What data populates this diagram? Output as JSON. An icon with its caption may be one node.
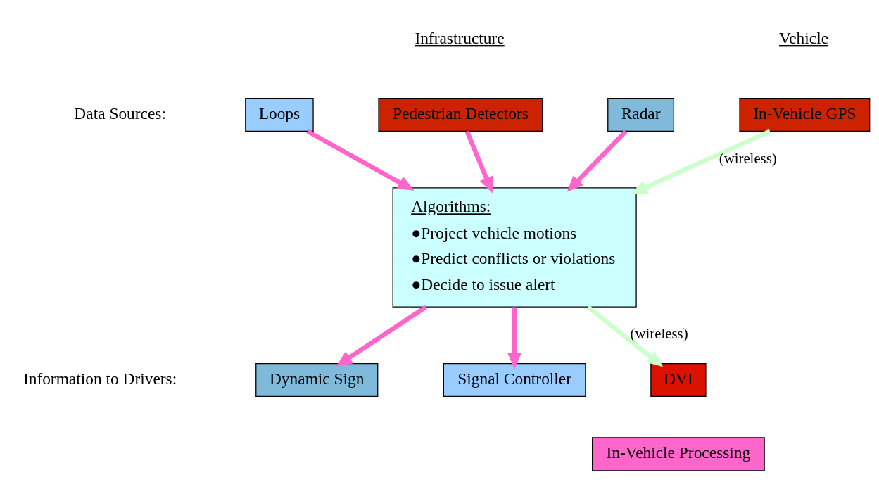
{
  "diagram": {
    "nodes": [
      {
        "text": [
          "Loops"
        ]
      },
      {
        "text": [
          "Pedestrian Detectors"
        ]
      },
      {
        "text": [
          "Radar"
        ]
      },
      {
        "text": [
          "In-Vehicle GPS"
        ]
      },
      {
        "text": [
          "Algorithms:",
          "●Project vehicle motions",
          "●Predict conflicts or violations",
          "●Decide to issue alert"
        ]
      },
      {
        "text": [
          "Dynamic Sign"
        ]
      },
      {
        "text": [
          "Signal Controller"
        ]
      },
      {
        "text": [
          "DVI"
        ]
      },
      {
        "text": [
          "In-Vehicle Processing"
        ]
      }
    ],
    "edges": [
      {
        "from": 0,
        "to": 4,
        "arrow": "to"
      },
      {
        "from": 1,
        "to": 4,
        "arrow": "to"
      },
      {
        "from": 2,
        "to": 4,
        "arrow": "to"
      },
      {
        "from": 3,
        "to": 4,
        "arrow": "to",
        "label": "(wireless)",
        "color": "#ccffcc"
      },
      {
        "from": 4,
        "to": 5,
        "arrow": "to"
      },
      {
        "from": 4,
        "to": 6,
        "arrow": "to"
      },
      {
        "from": 4,
        "to": 7,
        "arrow": "to",
        "label": "(wireless)",
        "color": "#ccffcc"
      }
    ],
    "labels": [
      "Infrastructure",
      "Vehicle",
      "Data Sources:",
      "Information to Drivers:"
    ]
  }
}
